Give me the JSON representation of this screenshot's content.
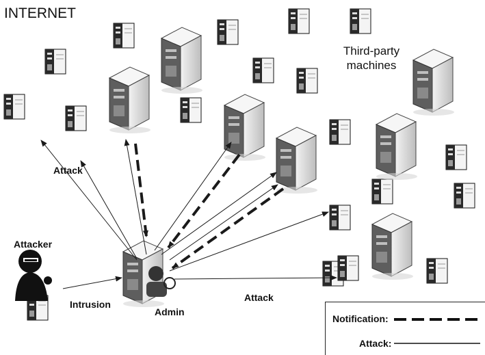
{
  "title": "INTERNET",
  "third_party_label": "Third-party machines",
  "labels": {
    "attack_left": "Attack",
    "attacker": "Attacker",
    "intrusion": "Intrusion",
    "admin": "Admin",
    "attack_bottom": "Attack"
  },
  "legend": {
    "notification": "Notification:",
    "attack": "Attack:"
  },
  "colors": {
    "line": "#1a1a1a",
    "server_light": "#e6e6e6",
    "server_dark": "#6a6a6a"
  }
}
